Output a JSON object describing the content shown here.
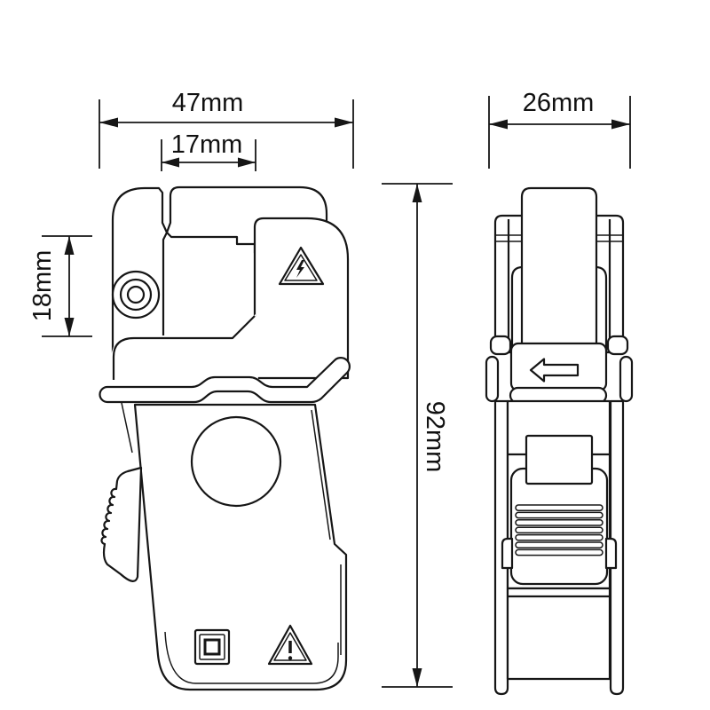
{
  "page": {
    "background": "#ffffff"
  },
  "drawing": {
    "kind": "dimensioned-technical-line-drawing",
    "subject": "clamp-on current probe, front view and side view",
    "line_color": "#161616",
    "views": [
      {
        "id": "front-view",
        "description": "front elevation of clamp probe with jaw, pivot, trigger lever and sensor circle"
      },
      {
        "id": "side-view",
        "description": "side elevation of clamp probe with jaw tip, slide button and grip ridges"
      }
    ],
    "dimensions": {
      "front_overall_width": {
        "label": "47mm"
      },
      "jaw_opening_width": {
        "label": "17mm"
      },
      "jaw_window_height": {
        "label": "18mm"
      },
      "overall_height": {
        "label": "92mm"
      },
      "side_overall_width": {
        "label": "26mm"
      }
    },
    "symbols": [
      {
        "name": "high-voltage-warning-triangle-icon",
        "glyph": "lightning bolt inside double triangle"
      },
      {
        "name": "caution-warning-triangle-icon",
        "glyph": "exclamation mark inside double triangle"
      },
      {
        "name": "double-insulation-icon",
        "glyph": "square within square"
      },
      {
        "name": "direction-arrow-icon",
        "glyph": "left-pointing outline arrow"
      }
    ]
  }
}
